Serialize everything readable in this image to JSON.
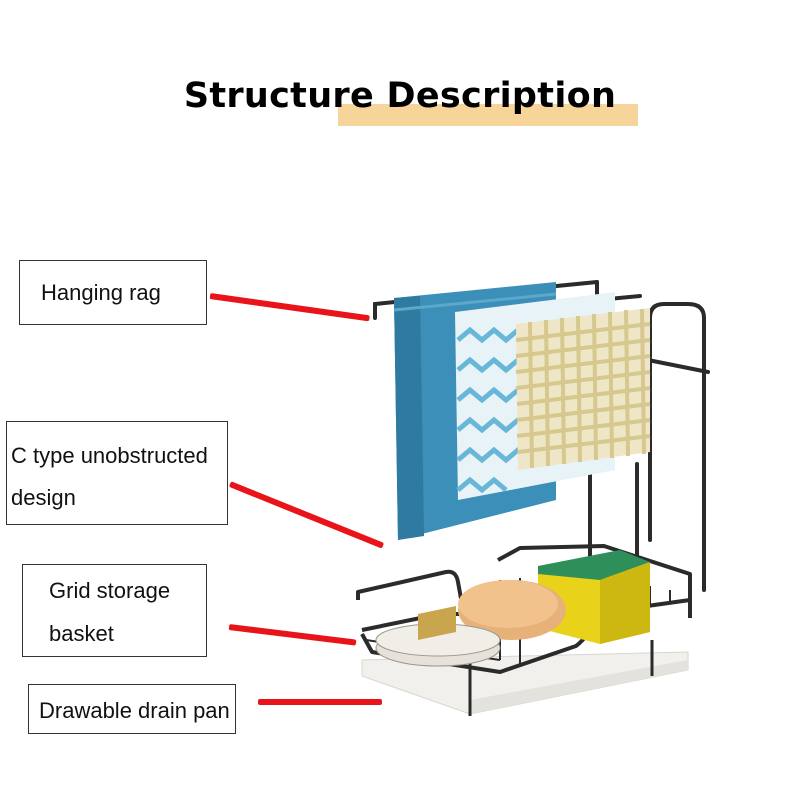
{
  "title": "Structure Description",
  "labels": {
    "hanging_rag": "Hanging rag",
    "c_type_line1": "C type unobstructed",
    "c_type_line2": "design",
    "grid_line1": "Grid storage",
    "grid_line2": "basket",
    "drain_pan": "Drawable drain pan"
  },
  "colors": {
    "leader_line": "#e8141a",
    "title_highlight": "#f7d49a",
    "rack_metal": "#2b2b2b",
    "towel_blue": "#3b8fb8",
    "sponge_yellow": "#e8d21a",
    "sponge_green": "#2f8f5a"
  }
}
